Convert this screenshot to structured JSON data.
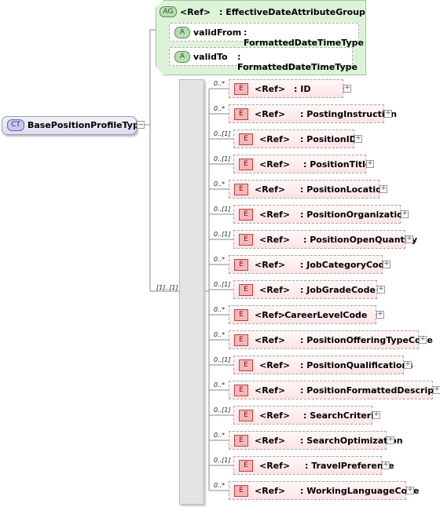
{
  "complex_type": {
    "badge": "CT",
    "name": "BasePositionProfileType"
  },
  "attribute_group": {
    "badge": "AG",
    "ref_label": "<Ref>",
    "name": ": EffectiveDateAttributeGroup",
    "attributes": [
      {
        "badge": "A",
        "name": "validFrom",
        "type": ": FormattedDateTimeType"
      },
      {
        "badge": "A",
        "name": "validTo",
        "type": ": FormattedDateTimeType"
      }
    ]
  },
  "sequence": {
    "cardinality": "[1]..[1]"
  },
  "elements": [
    {
      "badge": "E",
      "ref": "<Ref>",
      "name": ": ID",
      "card": "0..*"
    },
    {
      "badge": "E",
      "ref": "<Ref>",
      "name": ": PostingInstruction",
      "card": "0..*"
    },
    {
      "badge": "E",
      "ref": "<Ref>",
      "name": ": PositionID",
      "card": "0..[1]"
    },
    {
      "badge": "E",
      "ref": "<Ref>",
      "name": ": PositionTitle",
      "card": "0..[1]"
    },
    {
      "badge": "E",
      "ref": "<Ref>",
      "name": ": PositionLocation",
      "card": "0..*"
    },
    {
      "badge": "E",
      "ref": "<Ref>",
      "name": ": PositionOrganization",
      "card": "0..[1]"
    },
    {
      "badge": "E",
      "ref": "<Ref>",
      "name": ": PositionOpenQuantity",
      "card": "0..[1]"
    },
    {
      "badge": "E",
      "ref": "<Ref>",
      "name": ": JobCategoryCode",
      "card": "0..*"
    },
    {
      "badge": "E",
      "ref": "<Ref>",
      "name": ": JobGradeCode",
      "card": "0..[1]"
    },
    {
      "badge": "E",
      "ref": "<Ref>",
      "name": ": CareerLevelCode",
      "card": "0..*"
    },
    {
      "badge": "E",
      "ref": "<Ref>",
      "name": ": PositionOfferingTypeCode",
      "card": "0..*"
    },
    {
      "badge": "E",
      "ref": "<Ref>",
      "name": ": PositionQualifications",
      "card": "0..[1]"
    },
    {
      "badge": "E",
      "ref": "<Ref>",
      "name": ": PositionFormattedDescription",
      "card": "0..*"
    },
    {
      "badge": "E",
      "ref": "<Ref>",
      "name": ": SearchCriteria",
      "card": "0..[1]"
    },
    {
      "badge": "E",
      "ref": "<Ref>",
      "name": ": SearchOptimization",
      "card": "0..*"
    },
    {
      "badge": "E",
      "ref": "<Ref>",
      "name": ": TravelPreference",
      "card": "0..[1]"
    },
    {
      "badge": "E",
      "ref": "<Ref>",
      "name": ": WorkingLanguageCode",
      "card": "0..*"
    }
  ]
}
